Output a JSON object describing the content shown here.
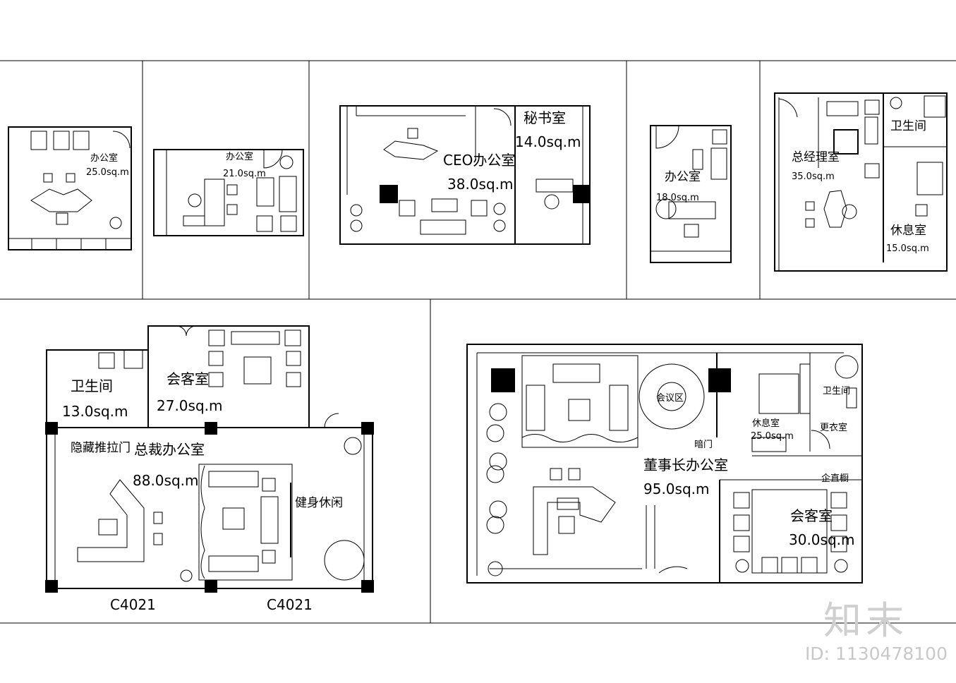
{
  "plans": {
    "p1": {
      "room": "办公室",
      "area": "25.0sq.m"
    },
    "p2": {
      "room": "办公室",
      "area": "21.0sq.m"
    },
    "p3": {
      "room_ceo": "CEO办公室",
      "area_ceo": "38.0sq.m",
      "room_sec": "秘书室",
      "area_sec": "14.0sq.m"
    },
    "p4": {
      "room": "办公室",
      "area": "18.0sq.m"
    },
    "p5": {
      "room_gm": "总经理室",
      "area_gm": "35.0sq.m",
      "room_wc": "卫生间",
      "room_rest": "休息室",
      "area_rest": "15.0sq.m"
    },
    "p6": {
      "room_wc": "卫生间",
      "area_wc": "13.0sq.m",
      "room_guest": "会客室",
      "area_guest": "27.0sq.m",
      "hidden_door": "隐藏推拉门",
      "room_main": "总裁办公室",
      "area_main": "88.0sq.m",
      "room_gym": "健身休闲",
      "window_left": "C4021",
      "window_right": "C4021"
    },
    "p7": {
      "meeting": "会议区",
      "room_main": "董事长办公室",
      "area_main": "95.0sq.m",
      "hidden_door": "暗门",
      "room_rest": "休息室",
      "area_rest": "25.0sq.m",
      "room_wc": "卫生间",
      "room_dress": "更衣室",
      "cabinet": "企直橱",
      "room_guest": "会客室",
      "area_guest": "30.0sq.m"
    }
  },
  "watermark": {
    "logo": "知末",
    "id": "ID: 1130478100"
  }
}
